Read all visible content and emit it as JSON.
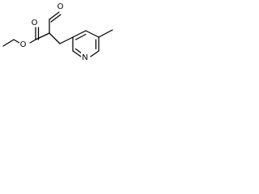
{
  "molecule": {
    "atoms": {
      "aldehyde_oxygen": "O",
      "carbonyl_oxygen": "O",
      "ester_oxygen": "O",
      "ring_nitrogen": "N"
    }
  }
}
